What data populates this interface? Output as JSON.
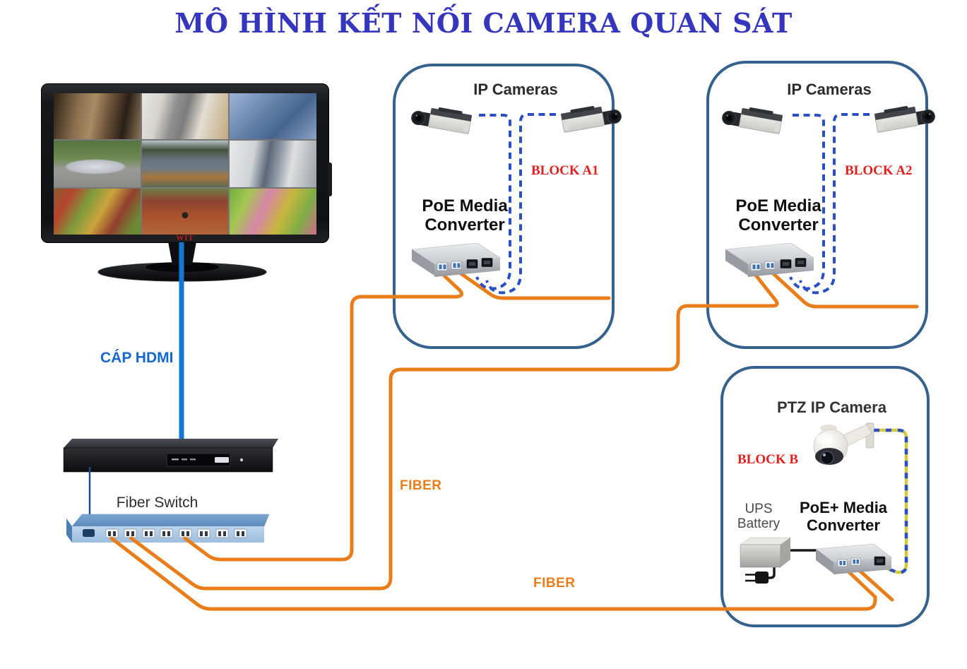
{
  "title": "MÔ HÌNH KẾT NỐI CAMERA QUAN SÁT",
  "monitor": {
    "brand": "WIT",
    "feeds": 9
  },
  "labels": {
    "hdmi_cable": "CÁP HDMI",
    "fiber_switch": "Fiber Switch",
    "fiber_run_1": "FIBER",
    "fiber_run_2": "FIBER"
  },
  "blocks": {
    "a1": {
      "title": "IP Cameras",
      "tag": "BLOCK A1",
      "device": "PoE Media\nConverter"
    },
    "a2": {
      "title": "IP Cameras",
      "tag": "BLOCK A2",
      "device": "PoE Media\nConverter"
    },
    "b": {
      "title": "PTZ IP Camera",
      "tag": "BLOCK B",
      "ups": "UPS\nBattery",
      "device": "PoE+ Media\nConverter"
    }
  },
  "colors": {
    "title_text": "#3535bd",
    "fiber_cable": "#e87d1a",
    "ethernet_cable": "#2a4ec5",
    "poe_plus_cable_accent": "#d0cb3a",
    "hdmi_cable": "#1677d2",
    "block_border": "#35618e",
    "block_tag_text": "#e01f1f",
    "fiber_label_text": "#e87d1a"
  }
}
